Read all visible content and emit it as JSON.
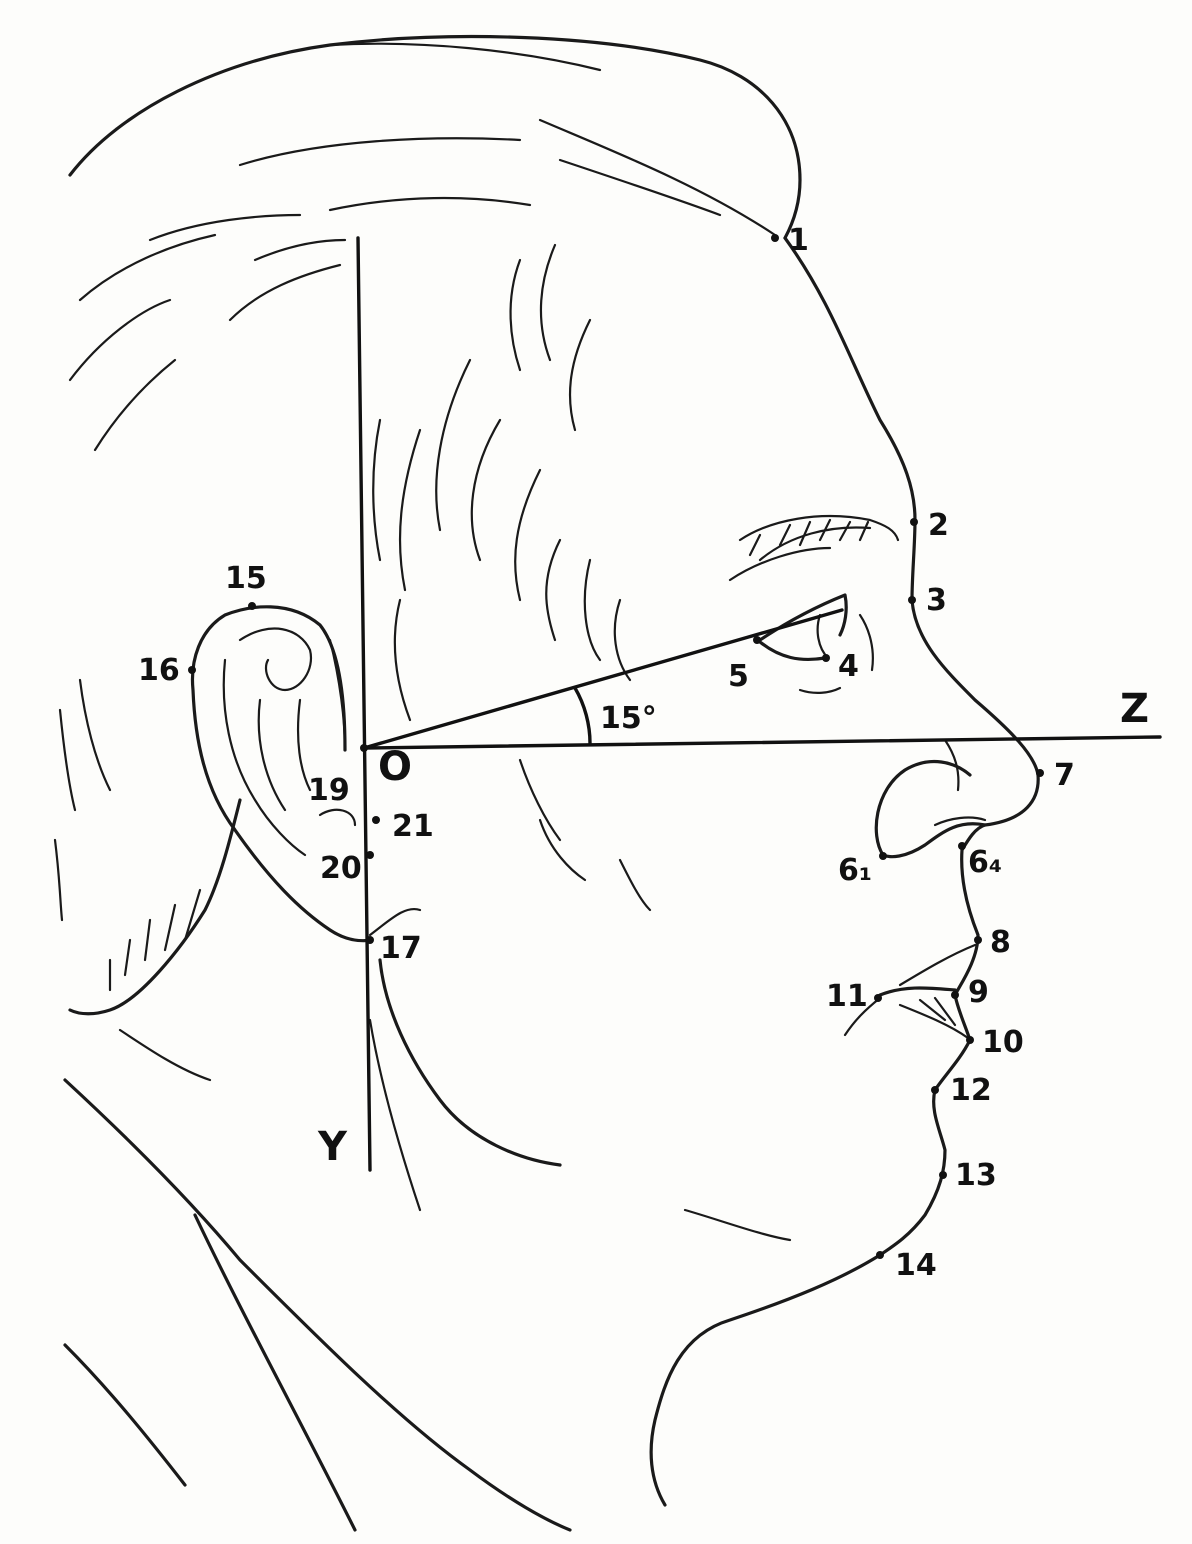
{
  "axes": {
    "origin_label": "O",
    "horizontal_label": "Z",
    "vertical_label": "Y",
    "angle_label": "15°"
  },
  "landmarks": [
    {
      "id": "1",
      "label": "1"
    },
    {
      "id": "2",
      "label": "2"
    },
    {
      "id": "3",
      "label": "3"
    },
    {
      "id": "4",
      "label": "4"
    },
    {
      "id": "5",
      "label": "5"
    },
    {
      "id": "6_1",
      "label": "6₁"
    },
    {
      "id": "6_4",
      "label": "6₄"
    },
    {
      "id": "7",
      "label": "7"
    },
    {
      "id": "8",
      "label": "8"
    },
    {
      "id": "9",
      "label": "9"
    },
    {
      "id": "10",
      "label": "10"
    },
    {
      "id": "11",
      "label": "11"
    },
    {
      "id": "12",
      "label": "12"
    },
    {
      "id": "13",
      "label": "13"
    },
    {
      "id": "14",
      "label": "14"
    },
    {
      "id": "15",
      "label": "15"
    },
    {
      "id": "16",
      "label": "16"
    },
    {
      "id": "17",
      "label": "17"
    },
    {
      "id": "19",
      "label": "19"
    },
    {
      "id": "20",
      "label": "20"
    },
    {
      "id": "21",
      "label": "21"
    }
  ]
}
